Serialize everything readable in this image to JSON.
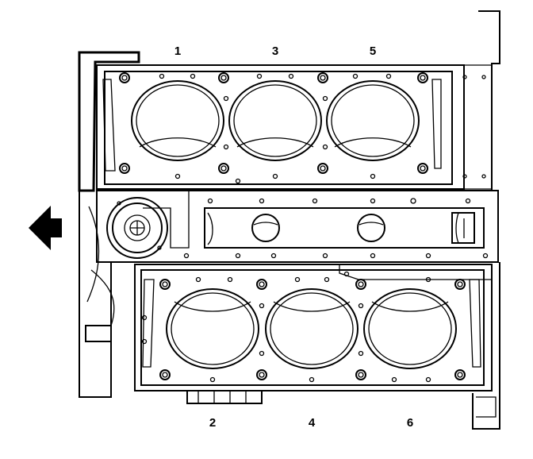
{
  "cylinder_labels": {
    "bank_top": [
      "1",
      "3",
      "5"
    ],
    "bank_bottom": [
      "2",
      "4",
      "6"
    ]
  },
  "icons": {
    "front_arrow": "arrow-left-icon"
  },
  "colors": {
    "line": "#000000",
    "background": "#ffffff"
  }
}
